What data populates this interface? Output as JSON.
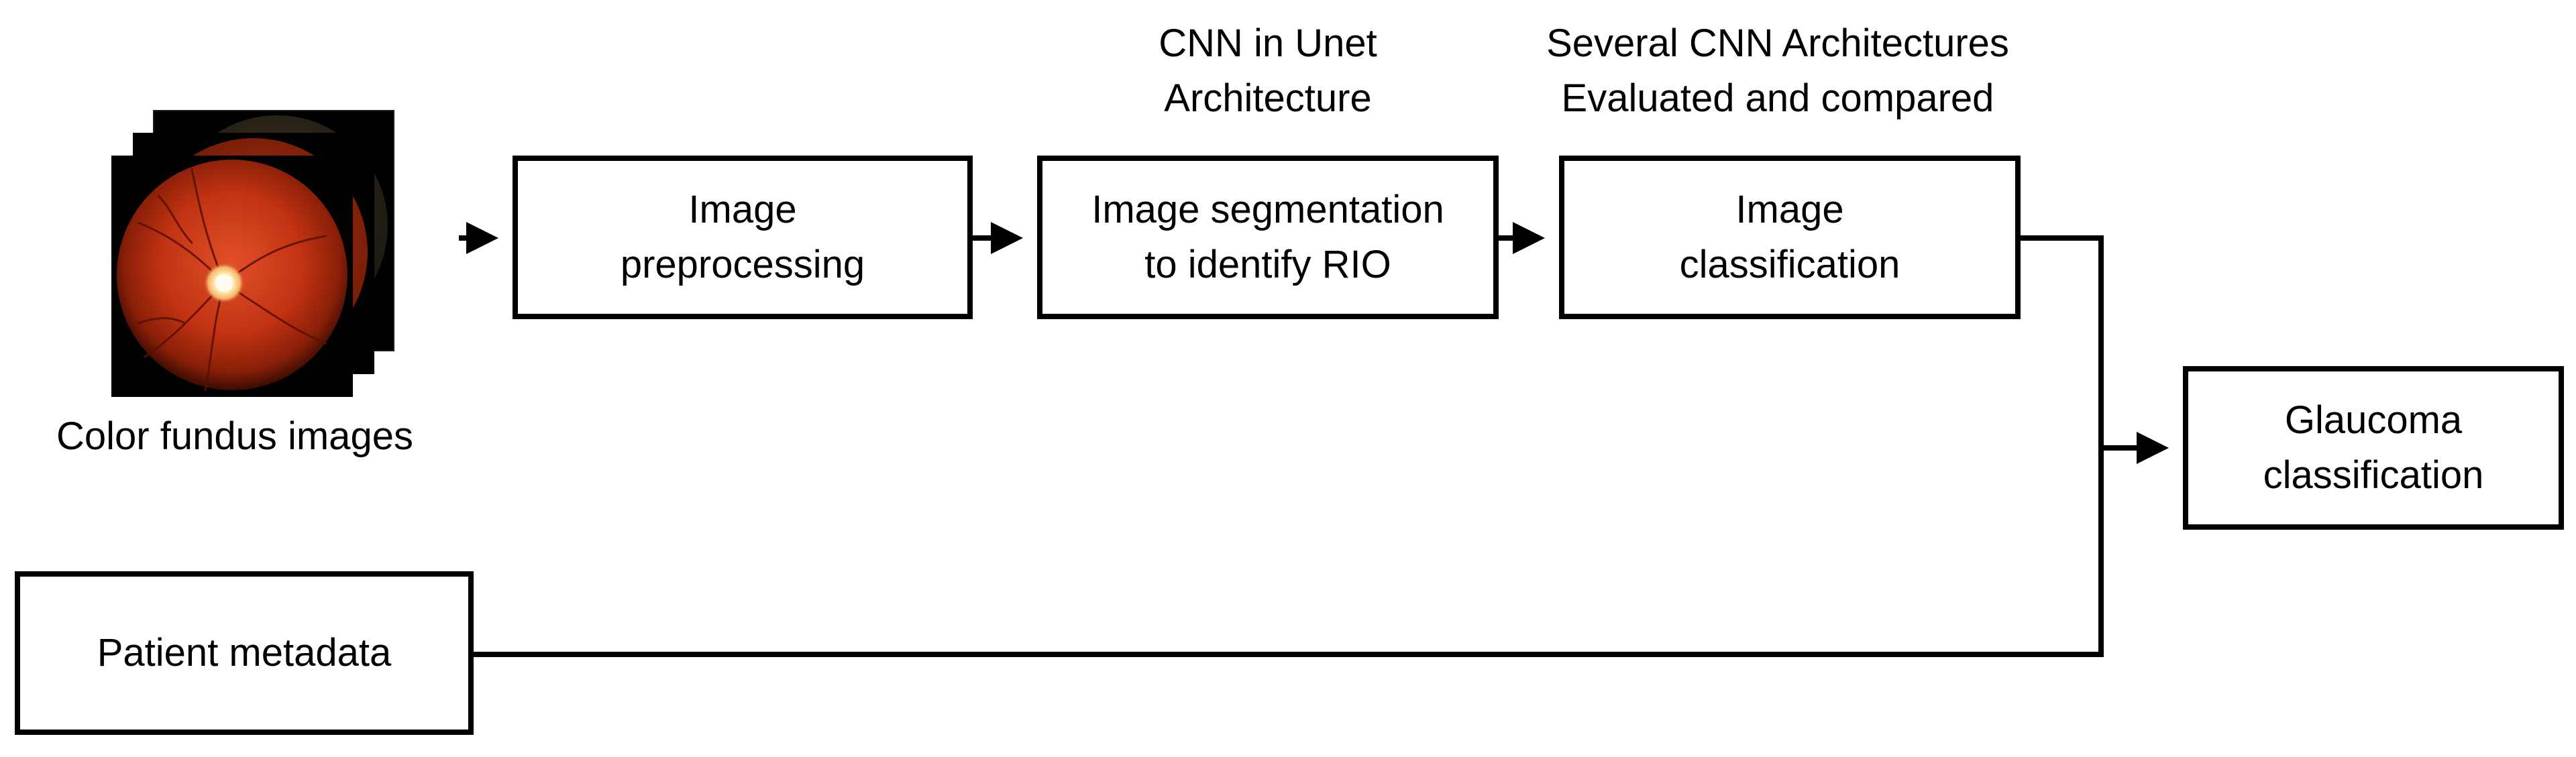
{
  "input": {
    "caption": "Color fundus images"
  },
  "steps": [
    {
      "lines": [
        "Image",
        "preprocessing"
      ]
    },
    {
      "lines": [
        "Image segmentation",
        "to identify RIO"
      ]
    },
    {
      "lines": [
        "Image",
        "classification"
      ]
    }
  ],
  "annotations": {
    "segmentation": [
      "CNN in Unet",
      "Architecture"
    ],
    "classification": [
      "Several CNN Architectures",
      "Evaluated and compared"
    ]
  },
  "metadata": {
    "label": "Patient metadata"
  },
  "output": {
    "lines": [
      "Glaucoma",
      "classification"
    ]
  },
  "colors": {
    "line": "#000000",
    "fundus_red": "#c8341a",
    "optic_disc": "#fff4c8"
  }
}
